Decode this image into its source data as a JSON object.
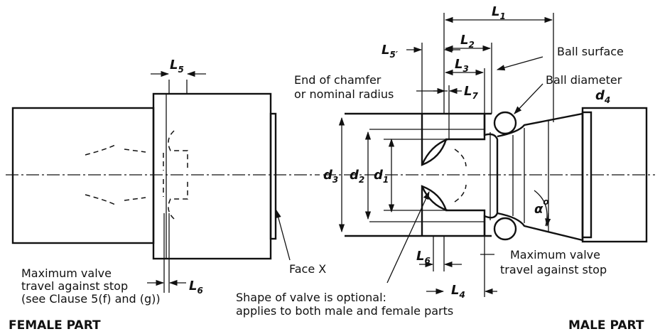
{
  "captions": {
    "female_part": "FEMALE PART",
    "male_part": "MALE PART"
  },
  "female": {
    "note_line1": "Maximum valve",
    "note_line2": "travel against stop",
    "note_line3": "(see Clause 5(f) and (g))",
    "face_label": "Face X"
  },
  "male": {
    "ball_surface": "Ball surface",
    "ball_diameter": "Ball diameter",
    "chamfer_line1": "End of chamfer",
    "chamfer_line2": "or nominal radius",
    "travel_line1": "Maximum valve",
    "travel_line2": "travel against stop",
    "shape_line1": "Shape of valve is optional:",
    "shape_line2": "applies to both male and female parts"
  },
  "dimensions": {
    "L": "L",
    "d": "d",
    "n1": "1",
    "n2": "2",
    "n3": "3",
    "n4": "4",
    "n5": "5",
    "n5p": "5′",
    "n6": "6",
    "n7": "7",
    "alpha": "α",
    "deg": "o"
  }
}
